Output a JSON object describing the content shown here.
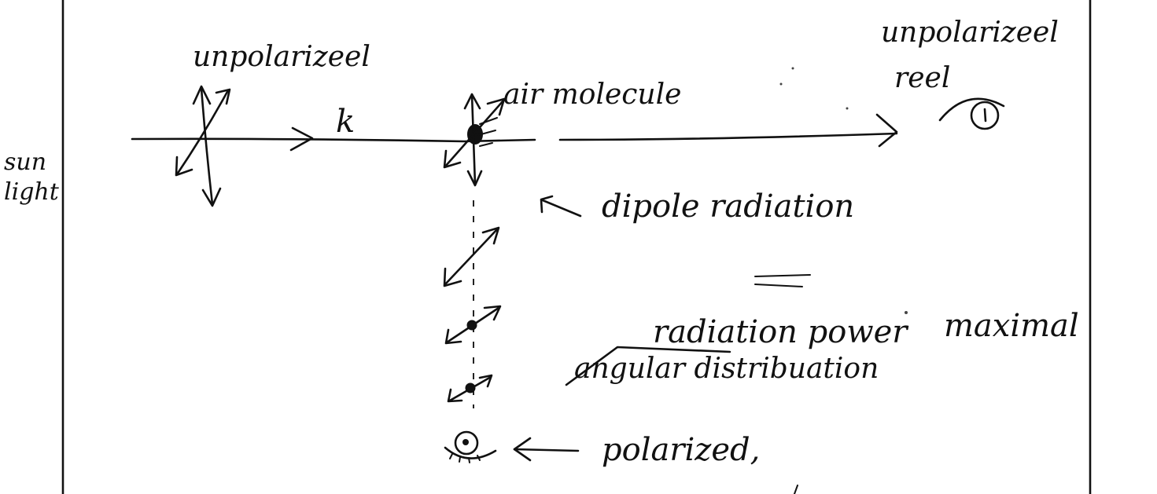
{
  "labels": {
    "unpolarized_left": "unpolarizeel",
    "unpolarized_right": "unpolarizeel",
    "red": "reel",
    "air_molecule": "air molecule",
    "k": "k",
    "sun": "sun",
    "light": "light",
    "dipole_radiation": "dipole radiation",
    "radiation_power": "radiation power",
    "maximal": "maximal",
    "angular_distribution": "angular distribuation",
    "polarized": "polarized,"
  },
  "icons": {
    "eye_right": "eye-icon",
    "eye_bottom": "eye-icon"
  },
  "colors": {
    "ink": "#111111",
    "background": "#ffffff"
  }
}
